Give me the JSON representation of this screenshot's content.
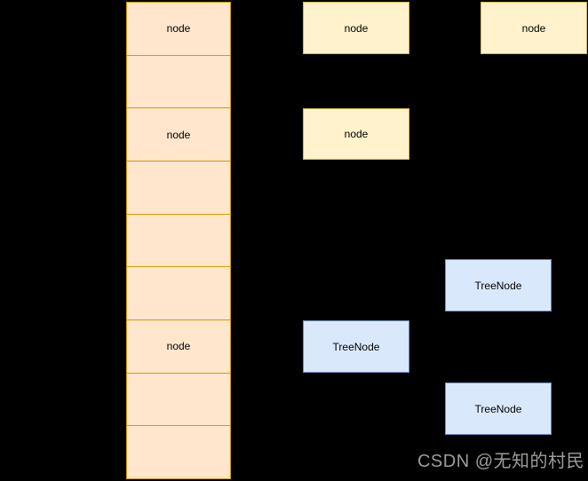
{
  "colors": {
    "background": "#000000",
    "orange_fill": "#ffe6cc",
    "orange_stroke": "#d79b00",
    "yellow_fill": "#fff2cc",
    "yellow_stroke": "#d6b656",
    "blue_fill": "#dae8fc",
    "blue_stroke": "#6c8ebf",
    "label_text": "#000000",
    "watermark_text": "#9c9c9c"
  },
  "stack": {
    "cells": [
      "node",
      "",
      "node",
      "",
      "",
      "",
      "node",
      "",
      ""
    ]
  },
  "nodes": {
    "yellow_top_middle": {
      "label": "node"
    },
    "yellow_middle": {
      "label": "node"
    },
    "yellow_top_right": {
      "label": "node"
    },
    "tree_right_upper": {
      "label": "TreeNode"
    },
    "tree_middle": {
      "label": "TreeNode"
    },
    "tree_right_lower": {
      "label": "TreeNode"
    }
  },
  "watermark": {
    "text": "CSDN @无知的村民"
  }
}
